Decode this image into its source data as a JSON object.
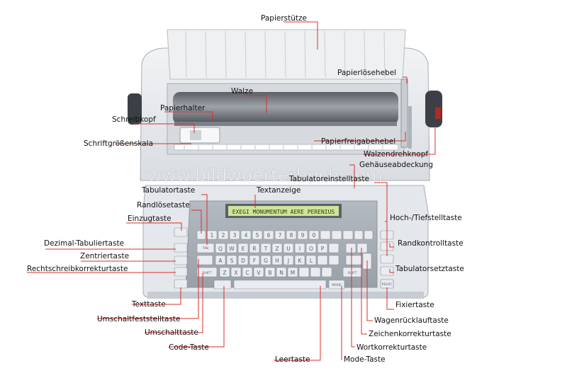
{
  "watermark": "www.bildwoerterbuch.com",
  "display_text": "EXEGI MONUMENTUM AERE PERENIUS",
  "labels": {
    "papierstuetze": "Papierstütze",
    "papierloesehebel": "Papierlösehebel",
    "walze": "Walze",
    "papierhalter": "Papierhalter",
    "schreibkopf": "Schreibkopf",
    "schriftgroessenskala": "Schriftgrößenskala",
    "papierfreigabehebel": "Papierfreigabehebel",
    "walzendrehknopf": "Walzendrehknopf",
    "gehaeuseabdeckung": "Gehäuseabdeckung",
    "tabulatoreinstelltaste": "Tabulatoreinstelltaste",
    "tabulatortaste": "Tabulatortaste",
    "textanzeige": "Textanzeige",
    "randloesetaste": "Randlösetaste",
    "einzugtaste": "Einzugtaste",
    "hoch_tiefstelltaste": "Hoch-/Tiefstelltaste",
    "dezimal_tabuliertaste": "Dezimal-Tabuliertaste",
    "randkontrolltaste": "Randkontrolltaste",
    "zentriertaste": "Zentriertaste",
    "rechtschreibkorrekturtaste": "Rechtschreibkorrekturtaste",
    "tabulatorsetztaste": "Tabulatorsetztaste",
    "texttaste": "Texttaste",
    "fixiertaste": "Fixiertaste",
    "umschaltfeststelltaste": "Umschaltfeststelltaste",
    "wagenruecklauftaste": "Wagenrücklauftaste",
    "umschalttaste": "Umschalttaste",
    "zeichenkorrekturtaste": "Zeichenkorrekturtaste",
    "code_taste": "Code-Taste",
    "wortkorrekturtaste": "Wortkorrekturtaste",
    "leertaste": "Leertaste",
    "mode_taste": "Mode-Taste"
  },
  "keys": {
    "row_q": [
      "Q",
      "W",
      "E",
      "R",
      "T",
      "Z",
      "U",
      "I",
      "O",
      "P"
    ],
    "row_a": [
      "A",
      "S",
      "D",
      "F",
      "G",
      "H",
      "J",
      "K",
      "L"
    ],
    "row_y": [
      "Z",
      "X",
      "C",
      "V",
      "B",
      "N",
      "M"
    ],
    "num": [
      "1",
      "2",
      "3",
      "4",
      "5",
      "6",
      "7",
      "8",
      "9",
      "0"
    ],
    "tab": "TAB",
    "shift_left": "SHIFT",
    "shift_right": "SHIFT",
    "mode": "MODE",
    "relo": "RELOC"
  },
  "colors": {
    "leader": "#d9302a",
    "body": "#e7eaee",
    "keyboard_panel": "#a7adb4",
    "display": "#cfe59a"
  }
}
